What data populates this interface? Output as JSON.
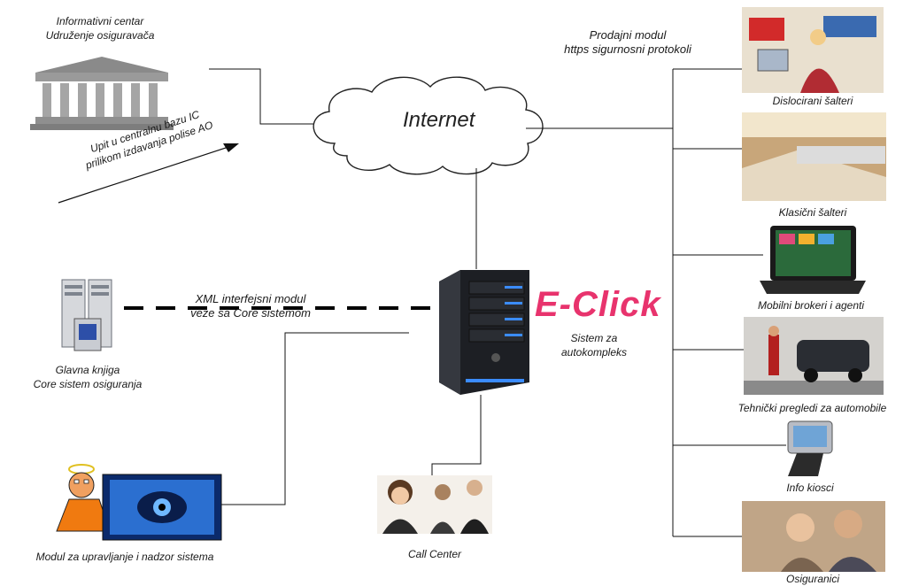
{
  "info_center": {
    "line1": "Informativni centar",
    "line2": "Udruženje osiguravača"
  },
  "query_arrow": {
    "line1": "Upit u centralnu bazu IC",
    "line2": "prilikom izdavanja polise AO"
  },
  "internet": {
    "label": "Internet"
  },
  "sales_module": {
    "line1": "Prodajni modul",
    "line2": "https sigurnosni protokoli"
  },
  "xml_module": {
    "line1": "XML interfejsni modul",
    "line2": "veze sa Core sistemom"
  },
  "core_system": {
    "line1": "Glavna knjiga",
    "line2": "Core sistem osiguranja"
  },
  "brand": {
    "name": "E-Click",
    "line1": "Sistem za",
    "line2": "autokompleks",
    "color": "#e8336d"
  },
  "admin_module": {
    "label": "Modul za upravljanje i nadzor sistema"
  },
  "call_center": {
    "label": "Call Center"
  },
  "channels": [
    {
      "label": "Dislocirani šalteri"
    },
    {
      "label": "Klasični šalteri"
    },
    {
      "label": "Mobilni brokeri i agenti"
    },
    {
      "label": "Tehnički pregledi za automobile"
    },
    {
      "label": "Info kiosci"
    },
    {
      "label": "Osiguranici"
    }
  ]
}
